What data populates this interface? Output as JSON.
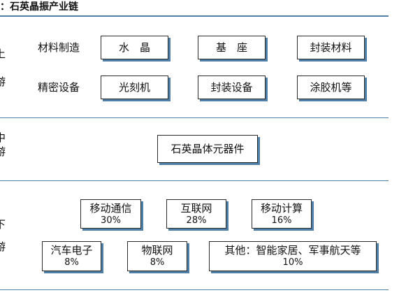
{
  "title": "：石英晶振产业链",
  "upstream": {
    "side_label": [
      "上",
      "游"
    ],
    "rows": [
      {
        "label": "材料制造",
        "items": [
          "水　晶",
          "基　座",
          "封装材料"
        ]
      },
      {
        "label": "精密设备",
        "items": [
          "光刻机",
          "封装设备",
          "涂胶机等"
        ]
      }
    ]
  },
  "midstream": {
    "side_label": [
      "中",
      "游"
    ],
    "item": "石英晶体元器件"
  },
  "downstream": {
    "side_label": [
      "下",
      "游"
    ],
    "items": [
      {
        "name": "移动通信",
        "share": "30%"
      },
      {
        "name": "互联网",
        "share": "28%"
      },
      {
        "name": "移动计算",
        "share": "16%"
      },
      {
        "name": "汽车电子",
        "share": "8%"
      },
      {
        "name": "物联网",
        "share": "8%"
      },
      {
        "name": "其他：智能家居、军事航天等",
        "share": "10%"
      }
    ]
  },
  "colors": {
    "rule": "#4e7fa6",
    "shadow": "#4f7fa6",
    "border": "#2a2a2a"
  }
}
